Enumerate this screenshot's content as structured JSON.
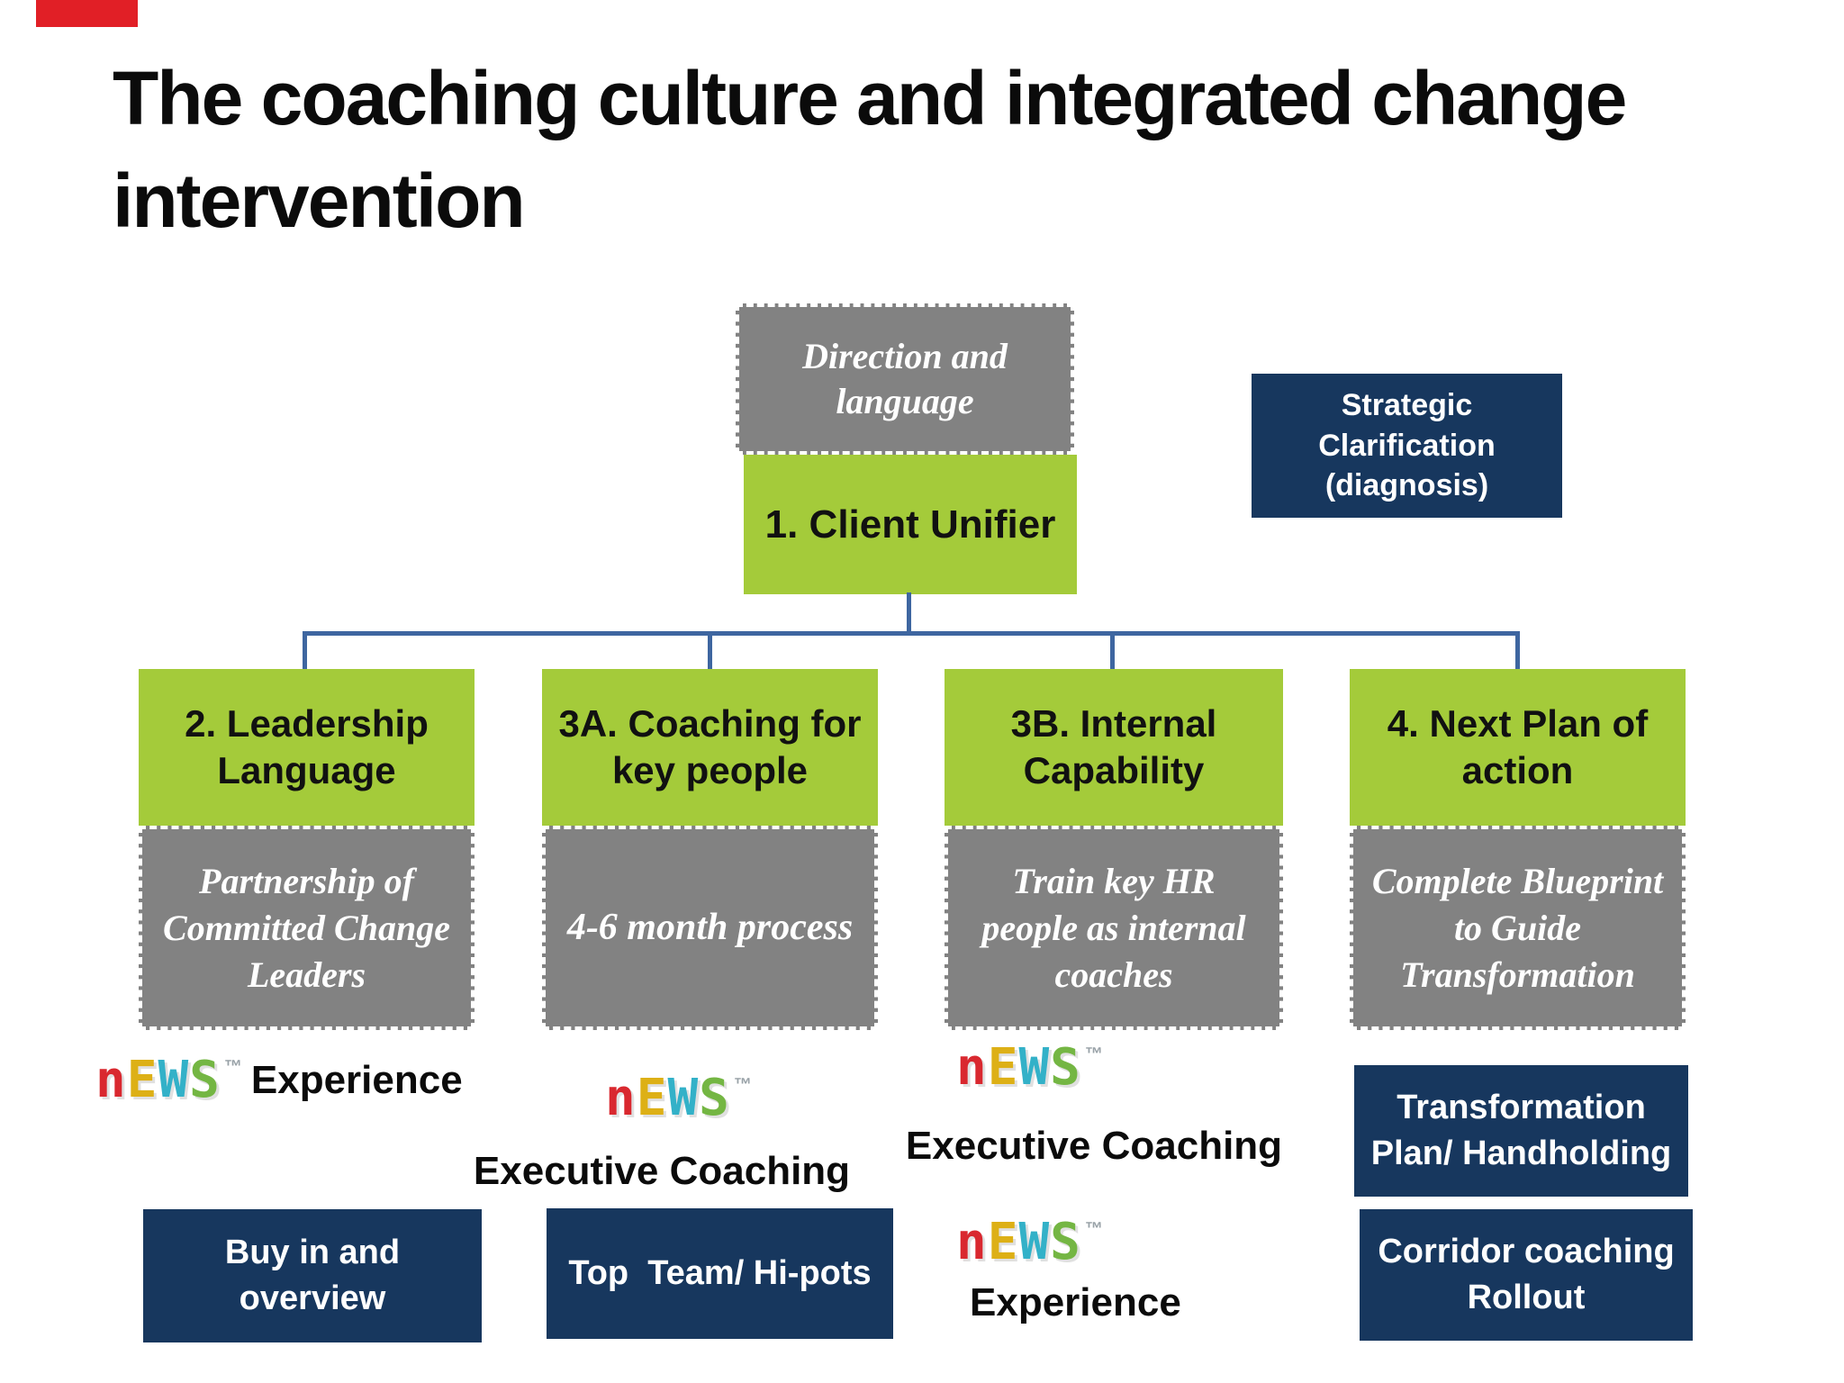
{
  "title": {
    "line1": "The coaching culture and integrated change",
    "line2": "intervention"
  },
  "decor": {
    "accent_bar_color": "#e11f26"
  },
  "palette": {
    "green": "#a4cb3a",
    "gray": "#828282",
    "navy": "#17375e",
    "connector_blue": "#3e66a0"
  },
  "hierarchy": {
    "direction_label": "Direction and language",
    "root_label": "1. Client Unifier",
    "side_label": "Strategic Clarification (diagnosis)"
  },
  "brand": {
    "name": "NEWS",
    "tm": "™",
    "letters": [
      {
        "ch": "n",
        "color": "#d9282f"
      },
      {
        "ch": "E",
        "color": "#ddb016"
      },
      {
        "ch": "W",
        "color": "#33b1c8"
      },
      {
        "ch": "S",
        "color": "#74b643"
      }
    ]
  },
  "columns": [
    {
      "header": "2. Leadership Language",
      "detail": "Partnership of Committed Change Leaders",
      "caption": "Experience",
      "navy": [
        "Buy in and overview"
      ]
    },
    {
      "header": "3A. Coaching for key people",
      "detail": "4-6 month process",
      "caption": "Executive Coaching",
      "navy": [
        "Top  Team/ Hi-pots"
      ]
    },
    {
      "header": "3B. Internal Capability",
      "detail": "Train key HR people as internal coaches",
      "caption": "Executive Coaching",
      "caption2": "Experience",
      "navy": []
    },
    {
      "header": "4. Next Plan of action",
      "detail": "Complete Blueprint to Guide Transformation",
      "navy": [
        "Transformation Plan/ Handholding",
        "Corridor coaching Rollout"
      ]
    }
  ]
}
